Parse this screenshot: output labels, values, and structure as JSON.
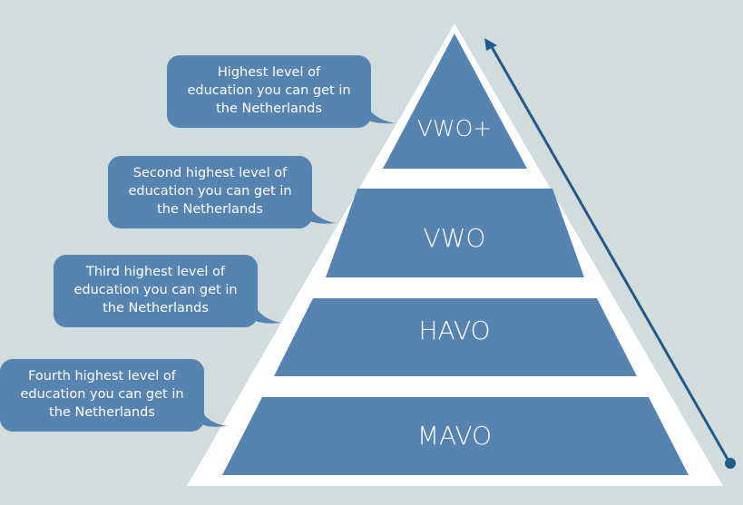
{
  "title": "Dutch secondary education levels pyramid",
  "colors": {
    "background": "#d3dcdc",
    "layer_fill": "#5584b0",
    "pyramid_border": "#ffffff",
    "arrow": "#1f5a8a"
  },
  "levels": [
    {
      "label": "VWO+",
      "description": [
        "Highest level of",
        "education you can get in",
        "the Netherlands"
      ]
    },
    {
      "label": "VWO",
      "description": [
        "Second highest level of",
        "education you can get in",
        "the Netherlands"
      ]
    },
    {
      "label": "HAVO",
      "description": [
        "Third highest level of",
        "education you can get in",
        "the Netherlands"
      ]
    },
    {
      "label": "MAVO",
      "description": [
        "Fourth highest level of",
        "education you can get in",
        "the Netherlands"
      ]
    }
  ],
  "arrow": {
    "direction": "up",
    "icon": "arrow-up-icon"
  }
}
